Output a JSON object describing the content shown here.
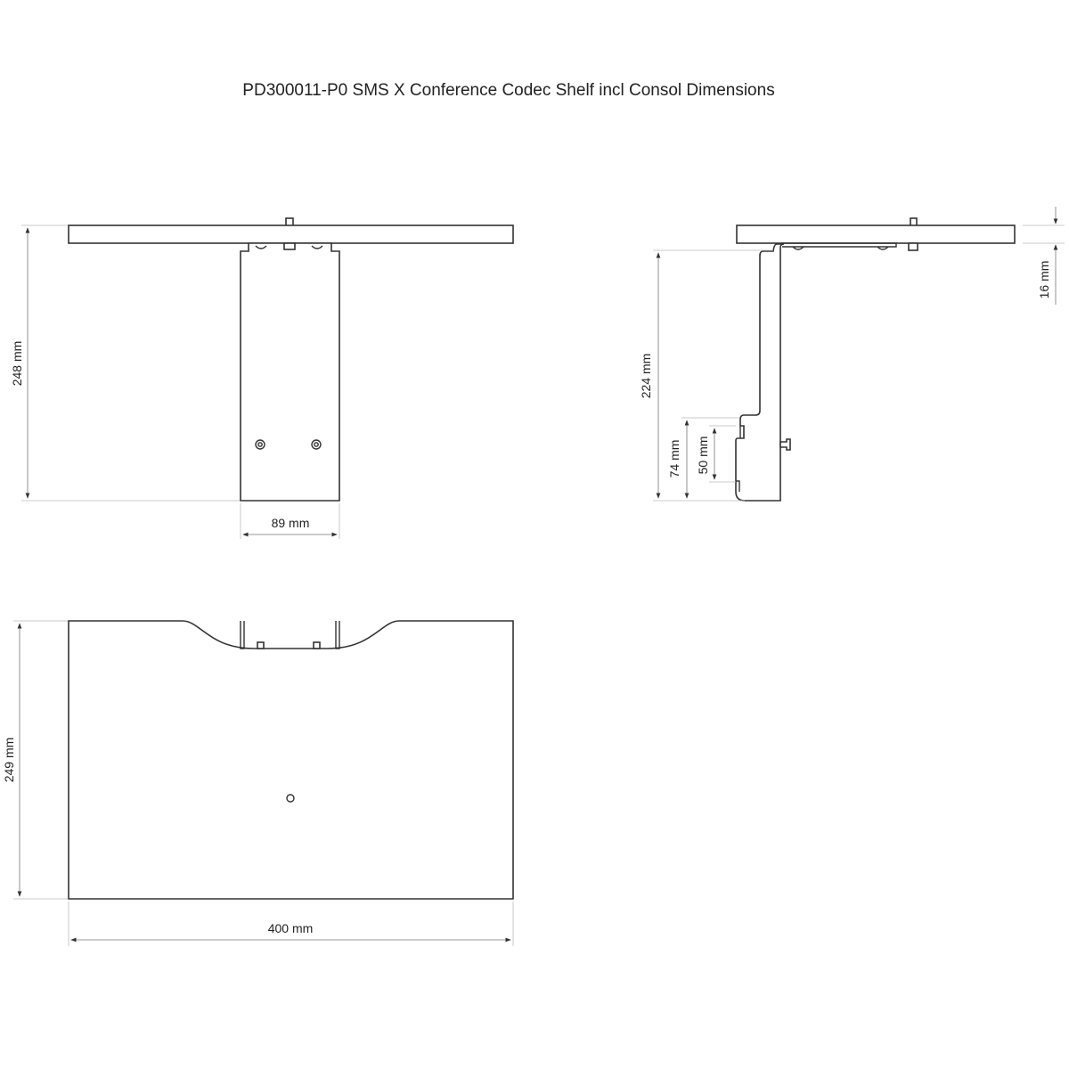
{
  "title": "PD300011-P0 SMS X Conference Codec Shelf incl Consol Dimensions",
  "dimensions": {
    "front_height": "248 mm",
    "front_width": "89 mm",
    "side_height": "224 mm",
    "side_rail_height": "74 mm",
    "side_slot_spacing": "50 mm",
    "side_shelf_thickness": "16 mm",
    "top_depth": "249 mm",
    "top_width": "400 mm"
  }
}
